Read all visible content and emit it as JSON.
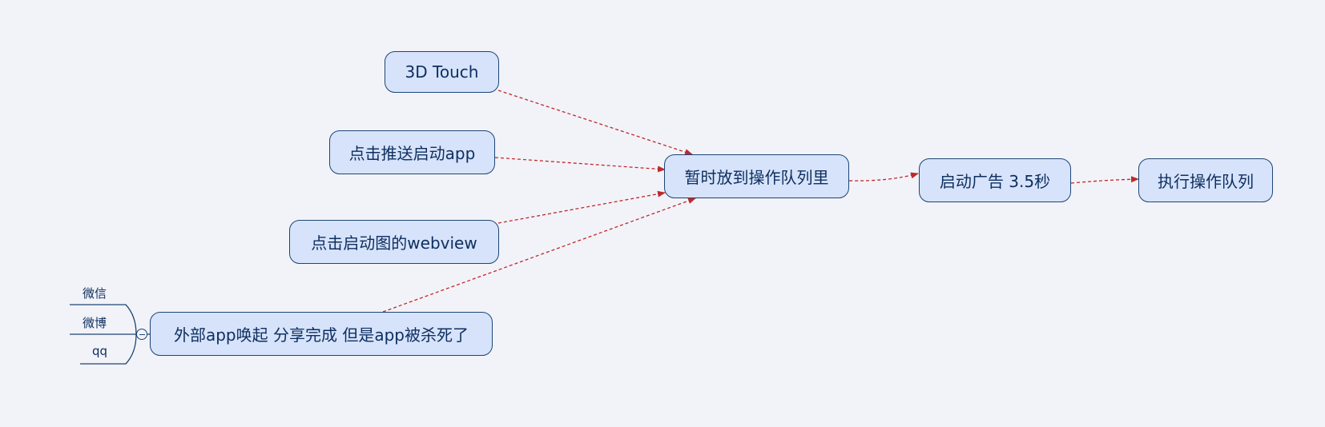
{
  "diagram": {
    "nodes": {
      "touch3d": "3D Touch",
      "push": "点击推送启动app",
      "webview": "点击启动图的webview",
      "external": "外部app唤起 分享完成 但是app被杀死了",
      "queue": "暂时放到操作队列里",
      "ad": "启动广告 3.5秒",
      "execute": "执行操作队列"
    },
    "sub_items": {
      "wechat": "微信",
      "weibo": "微博",
      "qq": "qq"
    },
    "colors": {
      "background": "#f2f3f8",
      "node_fill": "#d6e3fb",
      "node_border": "#1d4575",
      "text": "#0f2f60",
      "arrow": "#c0282a"
    }
  }
}
